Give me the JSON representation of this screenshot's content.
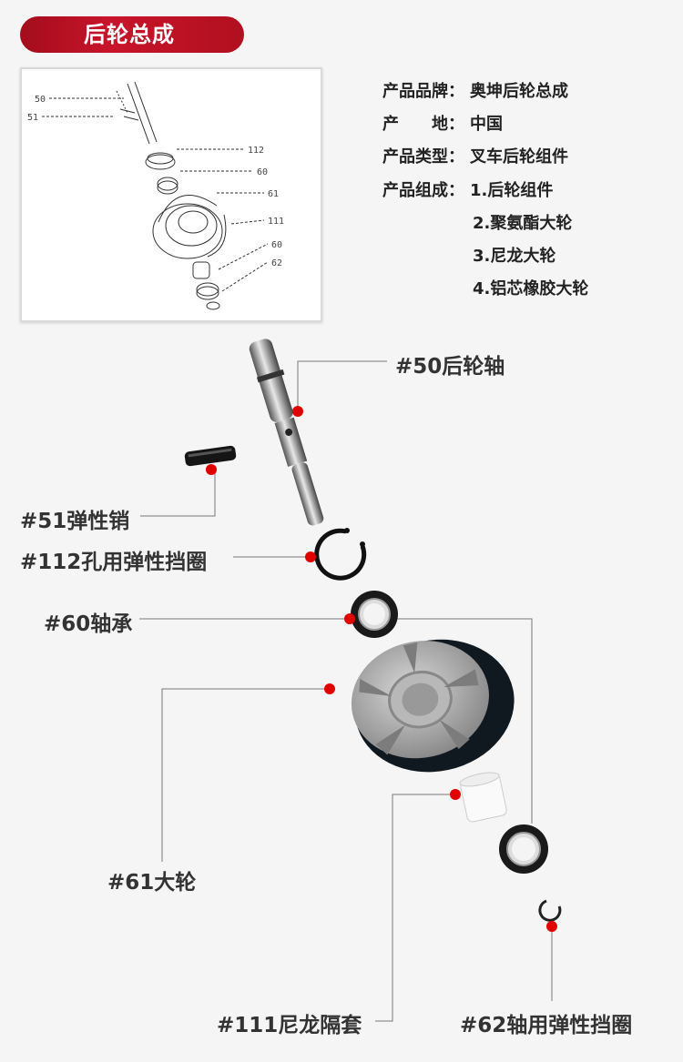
{
  "header": {
    "title": "后轮总成"
  },
  "diagram_labels": [
    "50",
    "51",
    "112",
    "60",
    "61",
    "111",
    "60",
    "62"
  ],
  "specs": [
    {
      "key": "产品品牌：",
      "value": "奥坤后轮总成"
    },
    {
      "key": "产　　地：",
      "value": "中国"
    },
    {
      "key": "产品类型：",
      "value": "叉车后轮组件"
    },
    {
      "key": "产品组成：",
      "value": "1.后轮组件"
    }
  ],
  "components": [
    "2.聚氨酯大轮",
    "3.尼龙大轮",
    "4.铝芯橡胶大轮"
  ],
  "parts": {
    "p50": "#50后轮轴",
    "p51": "#51弹性销",
    "p112": "#112孔用弹性挡圈",
    "p60": "#60轴承",
    "p61": "#61大轮",
    "p111": "#111尼龙隔套",
    "p62": "#62轴用弹性挡圈"
  },
  "colors": {
    "accent": "#c8142a",
    "marker": "#e10000",
    "text": "#333333"
  }
}
